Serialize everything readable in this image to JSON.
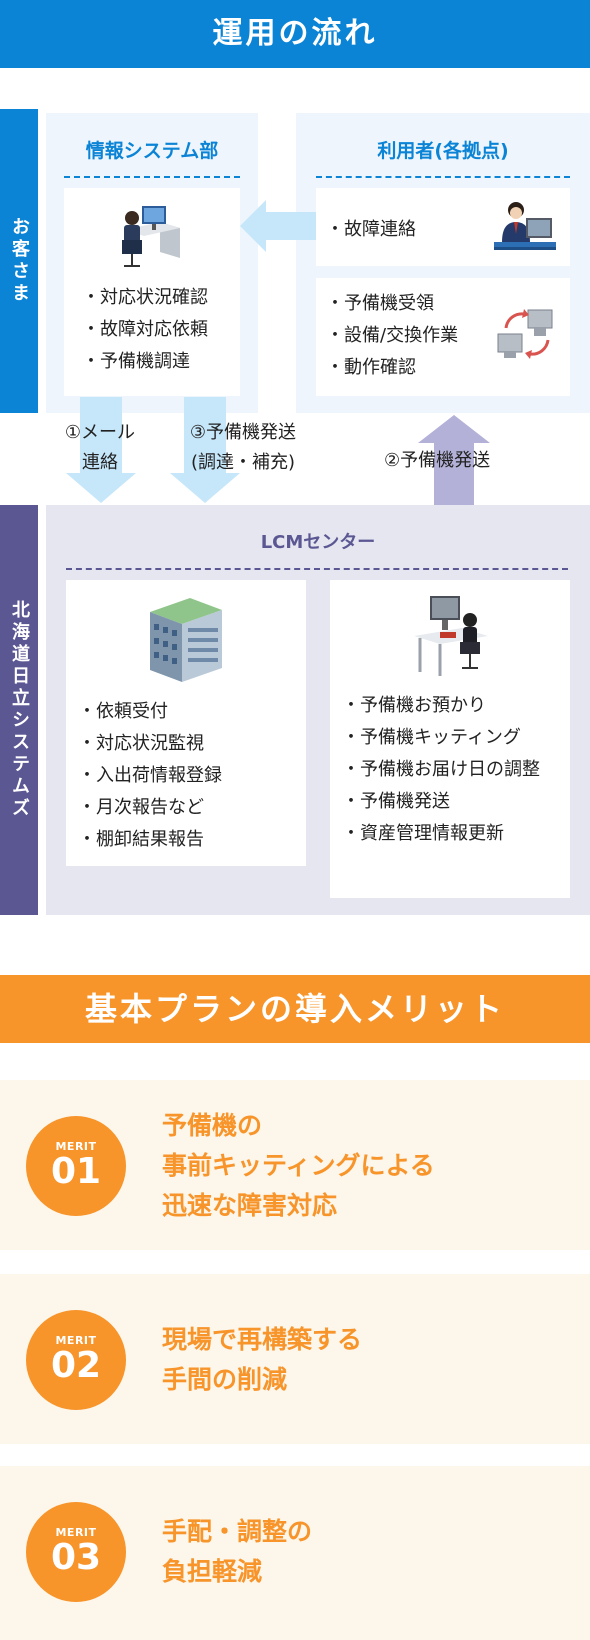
{
  "flow": {
    "heading": "運用の流れ",
    "customer_label": "お客さま",
    "hitachi_label": "北海道日立システムズ",
    "it_dept": {
      "title": "情報システム部",
      "items": [
        "対応状況確認",
        "故障対応依頼",
        "予備機調達"
      ]
    },
    "users": {
      "title": "利用者(各拠点)",
      "contact_items": [
        "故障連絡"
      ],
      "work_items": [
        "予備機受領",
        "設備/交換作業",
        "動作確認"
      ]
    },
    "arrows": {
      "mail_line1": "①メール",
      "mail_line2": "連絡",
      "ship3_line1": "③予備機発送",
      "ship3_line2": "(調達・補充)",
      "ship2": "②予備機発送"
    },
    "lcm": {
      "title": "LCMセンター",
      "left_items": [
        "依頼受付",
        "対応状況監視",
        "入出荷情報登録",
        "月次報告など",
        "棚卸結果報告"
      ],
      "right_items": [
        "予備機お預かり",
        "予備機キッティング",
        "予備機お届け日の調整",
        "予備機発送",
        "資産管理情報更新"
      ]
    }
  },
  "merits": {
    "heading": "基本プランの導入メリット",
    "badge_label": "MERIT",
    "items": [
      {
        "number": "01",
        "lines": [
          "予備機の",
          "事前キッティングによる",
          "迅速な障害対応"
        ]
      },
      {
        "number": "02",
        "lines": [
          "現場で再構築する",
          "手間の削減"
        ]
      },
      {
        "number": "03",
        "lines": [
          "手配・調整の",
          "負担軽減"
        ]
      }
    ]
  },
  "colors": {
    "blue": "#0b84d6",
    "light_blue_panel": "#eef5fd",
    "arrow_blue": "#c6e6fa",
    "purple": "#5b5793",
    "purple_panel": "#e6e6f0",
    "arrow_purple": "#b3b1d8",
    "orange": "#f7942a",
    "merit_bg": "#fdf6ea"
  },
  "icons": [
    "office-worker-icon",
    "businessman-pc-icon",
    "pc-exchange-icon",
    "office-building-icon",
    "operator-desk-icon"
  ]
}
